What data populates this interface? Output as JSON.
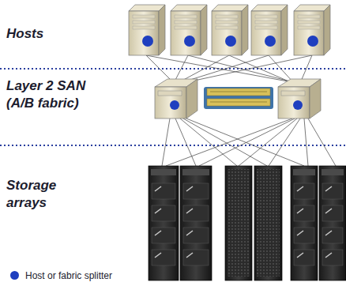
{
  "diagram": {
    "labels": [
      "Hosts",
      "Layer 2 SAN (A/B fabric)",
      "Storage arrays"
    ],
    "legend": [
      {
        "text": "Host or fabric splitter",
        "color": "#1f3fbf"
      }
    ]
  }
}
